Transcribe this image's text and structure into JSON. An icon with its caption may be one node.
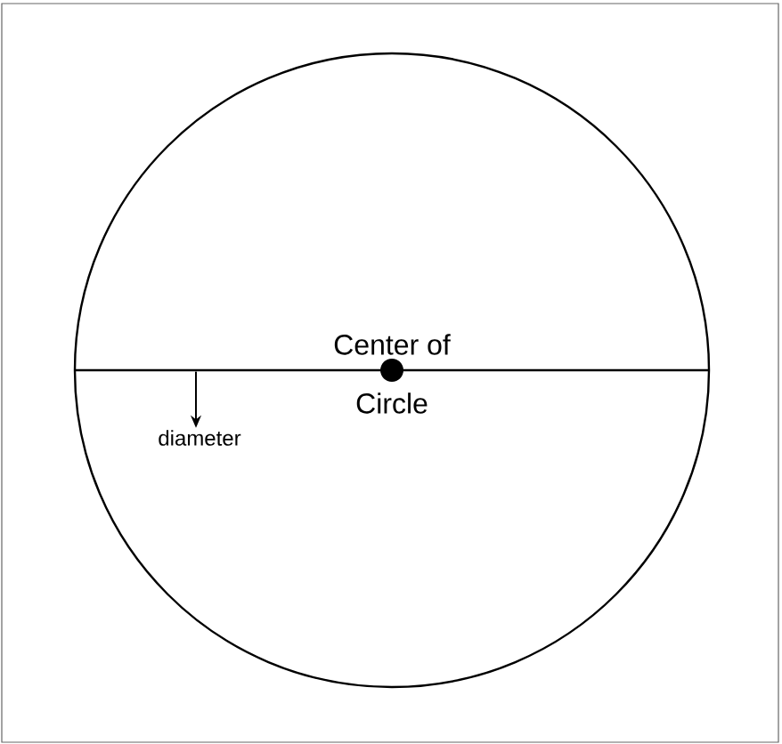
{
  "diagram": {
    "nodes": [
      {
        "text": [],
        "shape": "circle"
      },
      {
        "text": [],
        "shape": "line",
        "in": 0
      },
      {
        "text": [
          "diameter"
        ],
        "in": 0
      },
      {
        "text": [
          "Center of",
          "Circle"
        ],
        "in": 0
      }
    ],
    "edges": [
      {
        "from": 1,
        "to": 2,
        "arrow": "to"
      }
    ]
  }
}
